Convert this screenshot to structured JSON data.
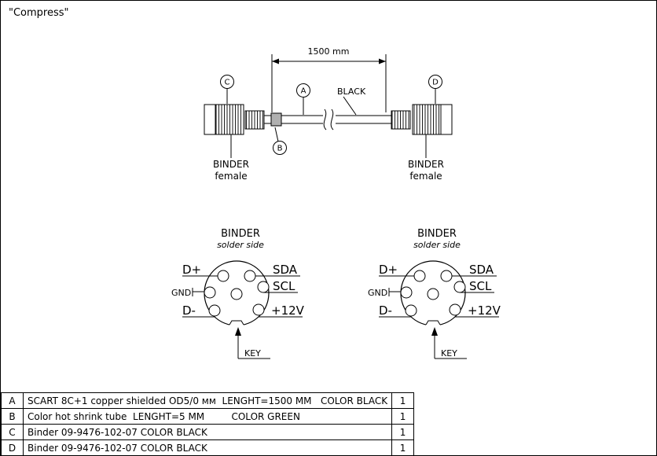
{
  "title": "\"Compress\"",
  "colors": {
    "line": "#000000",
    "tube_gray": "#b0b0b0",
    "background": "#ffffff"
  },
  "cable_drawing": {
    "dimension_label": "1500 mm",
    "cable_color_label": "BLACK",
    "callouts": {
      "a": "A",
      "b": "B",
      "c": "C",
      "d": "D"
    },
    "left_connector": {
      "name": "BINDER",
      "gender": "female"
    },
    "right_connector": {
      "name": "BINDER",
      "gender": "female"
    }
  },
  "pinout": {
    "title": "BINDER",
    "subtitle": "solder side",
    "pins": {
      "dplus": "D+",
      "sda": "SDA",
      "gnd": "GND",
      "scl": "SCL",
      "dminus": "D-",
      "v12": "+12V"
    },
    "key_label": "KEY"
  },
  "bom": {
    "rows": [
      {
        "item": "A",
        "description": "SCART 8C+1 copper shielded OD5/0 мм  LENGHT=1500 MM   COLOR BLACK",
        "qty": "1"
      },
      {
        "item": "B",
        "description": "Color hot shrink tube  LENGHT=5 MM         COLOR GREEN",
        "qty": "1"
      },
      {
        "item": "C",
        "description": "Binder 09-9476-102-07 COLOR BLACK",
        "qty": "1"
      },
      {
        "item": "D",
        "description": "Binder 09-9476-102-07 COLOR BLACK",
        "qty": "1"
      }
    ]
  }
}
